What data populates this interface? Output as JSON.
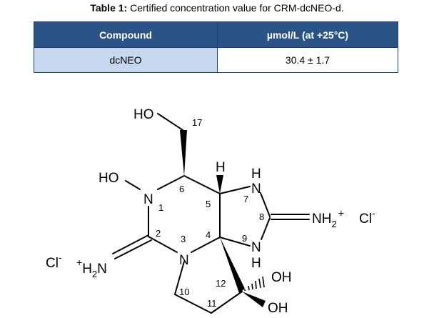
{
  "caption": {
    "label": "Table 1:",
    "text": "Certified concentration value for CRM-dcNEO-d."
  },
  "table": {
    "headers": [
      "Compound",
      "µmol/L (at +25°C)"
    ],
    "rows": [
      {
        "compound": "dcNEO",
        "value": "30.4 ± 1.7"
      }
    ]
  },
  "structure": {
    "atoms": {
      "ho_top": "HO",
      "ho_left": "HO",
      "n1": "N",
      "h_top": "H",
      "n7_h": "H",
      "n7": "N",
      "n9": "N",
      "n9_h": "H",
      "nh2_plus_base": "NH",
      "nh2_plus_sub": "2",
      "nh2_plus_sup": "+",
      "cl_right_base": "Cl",
      "cl_right_sup": "-",
      "cl_left_base": "Cl",
      "cl_left_sup": "-",
      "h2n_plus_sup": "+",
      "h2n_base_h": "H",
      "h2n_sub": "2",
      "h2n_base_n": "N",
      "n3": "N",
      "oh_hashed": "OH",
      "oh_wedge": "OH"
    },
    "numbers": [
      "1",
      "2",
      "3",
      "4",
      "5",
      "6",
      "7",
      "8",
      "9",
      "10",
      "11",
      "12",
      "17"
    ]
  }
}
